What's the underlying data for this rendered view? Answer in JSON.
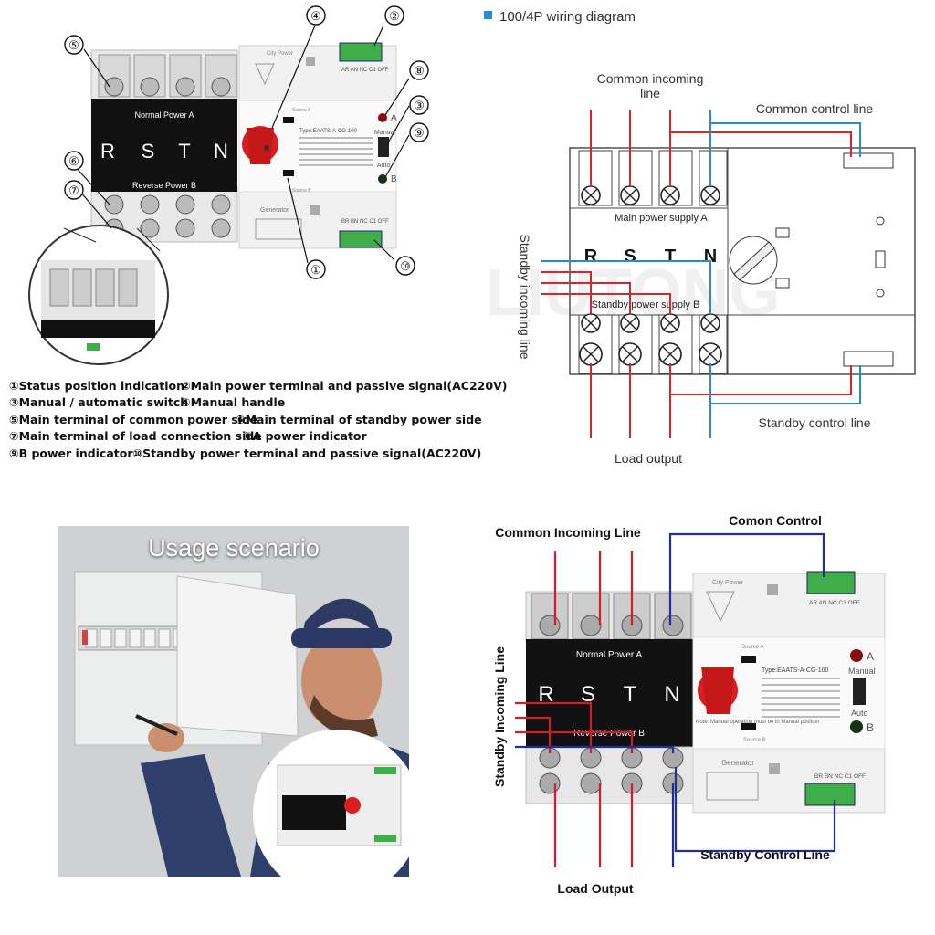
{
  "topLeft": {
    "unit": {
      "normal_power": "Normal Power A",
      "reverse_power": "Reverse Power B",
      "phases": [
        "R",
        "S",
        "T",
        "N"
      ],
      "city_power": "City Power",
      "generator": "Generator",
      "source_a": "Source A",
      "source_b": "Source B",
      "type_label": "Type:EAATS-A-CG-100",
      "manual": "Manual",
      "auto": "Auto",
      "a_mark": "A",
      "b_mark": "B",
      "terminal_top": "AR AN NC C1 OFF",
      "terminal_bottom": "BR BN NC C1 OFF"
    },
    "callouts": [
      "①",
      "②",
      "③",
      "④",
      "⑤",
      "⑥",
      "⑦",
      "⑧",
      "⑨",
      "⑩"
    ]
  },
  "legend": [
    [
      "①Status position indication",
      "②Main power terminal and passive signal(AC220V)"
    ],
    [
      "③Manual / automatic switch",
      "④Manual handle"
    ],
    [
      "⑤Main terminal of common power side",
      "⑥Main terminal of standby power side"
    ],
    [
      "⑦Main terminal of load connection side",
      "⑧A power indicator"
    ],
    [
      "⑨B power indicator",
      "⑩Standby power terminal and passive signal(AC220V)"
    ]
  ],
  "wiring": {
    "title": "100/4P wiring diagram",
    "common_incoming": "Common incoming line",
    "common_control": "Common control line",
    "standby_incoming": "Standby incoming line",
    "standby_control": "Standby control line",
    "load_output": "Load output",
    "main_supply": "Main power supply A",
    "standby_supply": "Standby power supply B",
    "phases": [
      "R",
      "S",
      "T",
      "N"
    ],
    "watermark": "LIUTONG",
    "colors": {
      "red": "#d9262c",
      "blue": "#1f8ed8",
      "accent": "#1e90d6"
    }
  },
  "usage": {
    "title": "Usage scenario"
  },
  "bottomRight": {
    "common_incoming": "Common Incoming Line",
    "common_control": "Comon Control",
    "standby_incoming": "Standby Incoming Line",
    "standby_control": "Standby Control Line",
    "load_output": "Load Output",
    "normal_power": "Normal Power A",
    "reverse_power": "Reverse Power B",
    "phases": [
      "R",
      "S",
      "T",
      "N"
    ],
    "city_power": "City Power",
    "generator": "Generator",
    "source_a": "Source A",
    "source_b": "Source B",
    "type_label": "Type:EAATS-A-CG-100",
    "manual": "Manual",
    "auto": "Auto",
    "a_mark": "A",
    "b_mark": "B",
    "terminal_top": "AR AN NC C1 OFF",
    "terminal_bottom": "BR BN NC C1 OFF",
    "note": "Note: Manual operation must be in Manual position",
    "colors": {
      "red": "#d21f26",
      "blue": "#1f2f9a"
    }
  }
}
